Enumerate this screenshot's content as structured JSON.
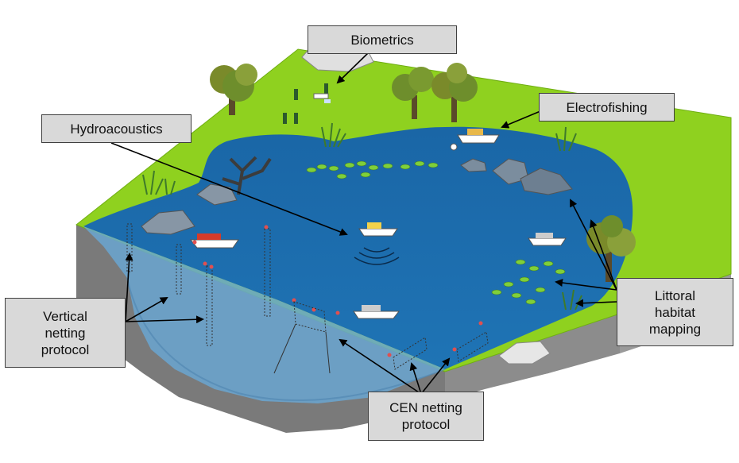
{
  "labels": {
    "biometrics": [
      "Biometrics"
    ],
    "electrofishing": [
      "Electrofishing"
    ],
    "hydroacoustics": [
      "Hydroacoustics"
    ],
    "vertical_netting": [
      "Vertical",
      "netting",
      "protocol"
    ],
    "littoral": [
      "Littoral",
      "habitat",
      "mapping"
    ],
    "cen_netting": [
      "CEN netting",
      "protocol"
    ]
  },
  "colors": {
    "grass": "#8fd11f",
    "grass_edge": "#6fae12",
    "water": "#1d6fb0",
    "water_dark": "#16578f",
    "water_front": "#5f9cc8",
    "ground": "#9c9c9c",
    "ground_dark": "#6f6f6f",
    "label_bg": "#d9d9d9",
    "arrow": "#000000"
  }
}
